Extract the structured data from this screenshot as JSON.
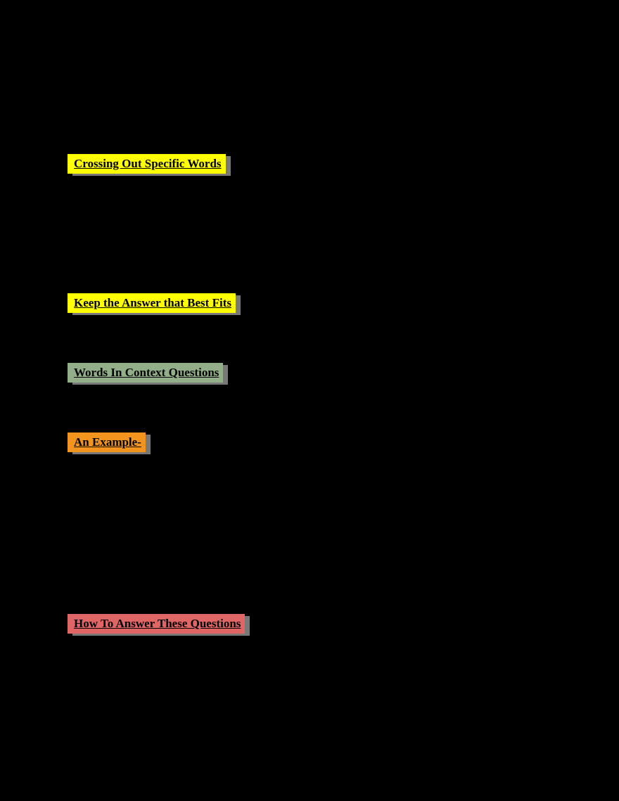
{
  "page": {
    "background_color": "#000000",
    "text_color": "#000000"
  },
  "headings": [
    {
      "label": "Crossing Out Specific Words",
      "highlight": "#ffff00"
    },
    {
      "label": "Keep the Answer that Best Fits",
      "highlight": "#ffff00"
    },
    {
      "label": "Words In Context Questions",
      "highlight": "#93af8a"
    },
    {
      "label": "An Example-",
      "highlight": "#f2941d"
    },
    {
      "label": "How To Answer These Questions",
      "highlight": "#e06666"
    }
  ]
}
